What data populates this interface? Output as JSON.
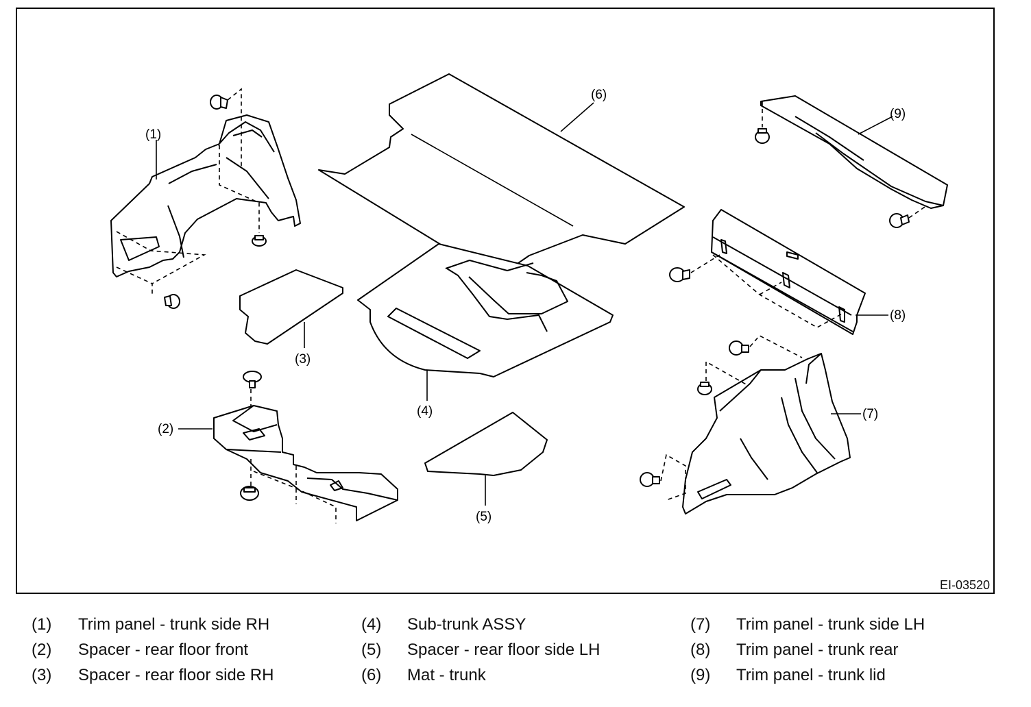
{
  "figure_id": "EI-03520",
  "callouts": [
    "(1)",
    "(2)",
    "(3)",
    "(4)",
    "(5)",
    "(6)",
    "(7)",
    "(8)",
    "(9)"
  ],
  "legend": [
    {
      "num": "(1)",
      "text": "Trim panel - trunk side RH"
    },
    {
      "num": "(2)",
      "text": "Spacer - rear floor front"
    },
    {
      "num": "(3)",
      "text": "Spacer - rear floor side RH"
    },
    {
      "num": "(4)",
      "text": "Sub-trunk ASSY"
    },
    {
      "num": "(5)",
      "text": "Spacer - rear floor side LH"
    },
    {
      "num": "(6)",
      "text": "Mat - trunk"
    },
    {
      "num": "(7)",
      "text": "Trim panel - trunk side LH"
    },
    {
      "num": "(8)",
      "text": "Trim panel - trunk rear"
    },
    {
      "num": "(9)",
      "text": "Trim panel - trunk lid"
    }
  ]
}
